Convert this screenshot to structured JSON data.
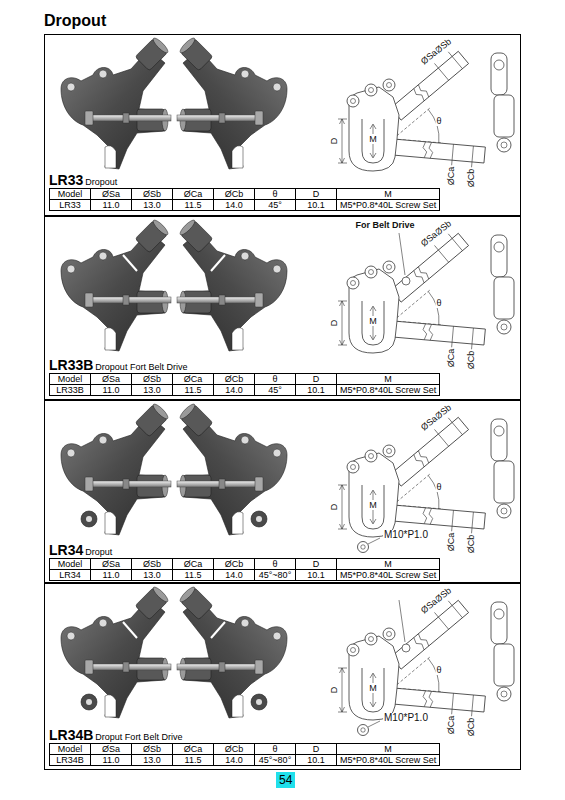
{
  "diagram": {
    "title": "Dropout",
    "nodes": [
      {
        "text": [
          "LR33",
          "Dropout"
        ]
      },
      {
        "text": [
          "LR33B",
          "Dropout Fort Belt Drive"
        ]
      },
      {
        "text": [
          "LR34",
          "Droput"
        ]
      },
      {
        "text": [
          "LR34B",
          "Droput Fort Belt Drive"
        ]
      },
      {
        "text": [
          "54"
        ]
      }
    ],
    "labels": [
      "ØSb",
      "ØSa",
      "θ",
      "D",
      "M",
      "ØCa",
      "ØCb",
      "Model",
      "ØSa",
      "ØSb",
      "ØCa",
      "ØCb",
      "θ",
      "D",
      "M",
      "LR33",
      "11.0",
      "13.0",
      "11.5",
      "14.0",
      "45°",
      "10.1",
      "M5*P0.8*40L Screw Set",
      "For Belt Drive",
      "ØSb",
      "ØSa",
      "θ",
      "D",
      "M",
      "ØCa",
      "ØCb",
      "Model",
      "ØSa",
      "ØSb",
      "ØCa",
      "ØCb",
      "θ",
      "D",
      "M",
      "LR33B",
      "11.0",
      "13.0",
      "11.5",
      "14.0",
      "45°",
      "10.1",
      "M5*P0.8*40L Screw Set",
      "ØSb",
      "ØSa",
      "θ",
      "D",
      "M",
      "ØCa",
      "ØCb",
      "M10*P1.0",
      "Model",
      "ØSa",
      "ØSb",
      "ØCa",
      "ØCb",
      "θ",
      "D",
      "M",
      "LR34",
      "11.0",
      "13.0",
      "11.5",
      "14.0",
      "45°~80°",
      "10.1",
      "M5*P0.8*40L Screw Set",
      "ØSb",
      "ØSa",
      "θ",
      "D",
      "M",
      "ØCa",
      "ØCb",
      "M10*P1.0",
      "Model",
      "ØSa",
      "ØSb",
      "ØCa",
      "ØCb",
      "θ",
      "D",
      "M",
      "LR34B",
      "11.0",
      "13.0",
      "11.5",
      "14.0",
      "45°~80°",
      "10.1",
      "M5*P0.8*40L Screw Set"
    ]
  }
}
